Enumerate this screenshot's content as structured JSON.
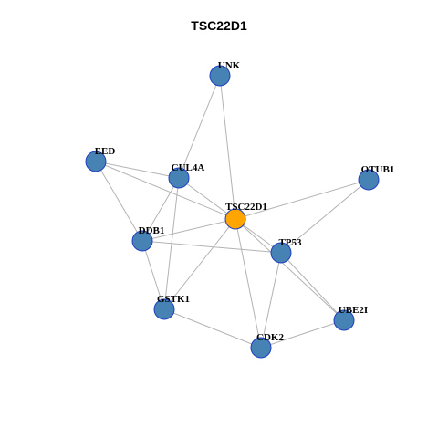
{
  "title": "TSC22D1",
  "colors": {
    "node_fill": "#4682B4",
    "hub_fill": "#FFA500",
    "node_border": "#1F3FBF",
    "edge": "#B3B3B3"
  },
  "graph": {
    "nodes": [
      {
        "id": "UNK",
        "label": "UNK",
        "hub": false
      },
      {
        "id": "EED",
        "label": "EED",
        "hub": false
      },
      {
        "id": "CUL4A",
        "label": "CUL4A",
        "hub": false
      },
      {
        "id": "OTUB1",
        "label": "OTUB1",
        "hub": false
      },
      {
        "id": "TSC22D1",
        "label": "TSC22D1",
        "hub": true
      },
      {
        "id": "DDB1",
        "label": "DDB1",
        "hub": false
      },
      {
        "id": "TP53",
        "label": "TP53",
        "hub": false
      },
      {
        "id": "GSTK1",
        "label": "GSTK1",
        "hub": false
      },
      {
        "id": "UBE2I",
        "label": "UBE2I",
        "hub": false
      },
      {
        "id": "CDK2",
        "label": "CDK2",
        "hub": false
      }
    ],
    "edges": [
      [
        "UNK",
        "CUL4A"
      ],
      [
        "UNK",
        "TSC22D1"
      ],
      [
        "EED",
        "CUL4A"
      ],
      [
        "EED",
        "TSC22D1"
      ],
      [
        "EED",
        "DDB1"
      ],
      [
        "CUL4A",
        "DDB1"
      ],
      [
        "CUL4A",
        "GSTK1"
      ],
      [
        "CUL4A",
        "TP53"
      ],
      [
        "OTUB1",
        "TSC22D1"
      ],
      [
        "OTUB1",
        "TP53"
      ],
      [
        "TSC22D1",
        "DDB1"
      ],
      [
        "TSC22D1",
        "GSTK1"
      ],
      [
        "TSC22D1",
        "CDK2"
      ],
      [
        "TSC22D1",
        "UBE2I"
      ],
      [
        "DDB1",
        "TP53"
      ],
      [
        "DDB1",
        "GSTK1"
      ],
      [
        "TP53",
        "UBE2I"
      ],
      [
        "TP53",
        "CDK2"
      ],
      [
        "GSTK1",
        "CDK2"
      ],
      [
        "CDK2",
        "UBE2I"
      ]
    ]
  }
}
